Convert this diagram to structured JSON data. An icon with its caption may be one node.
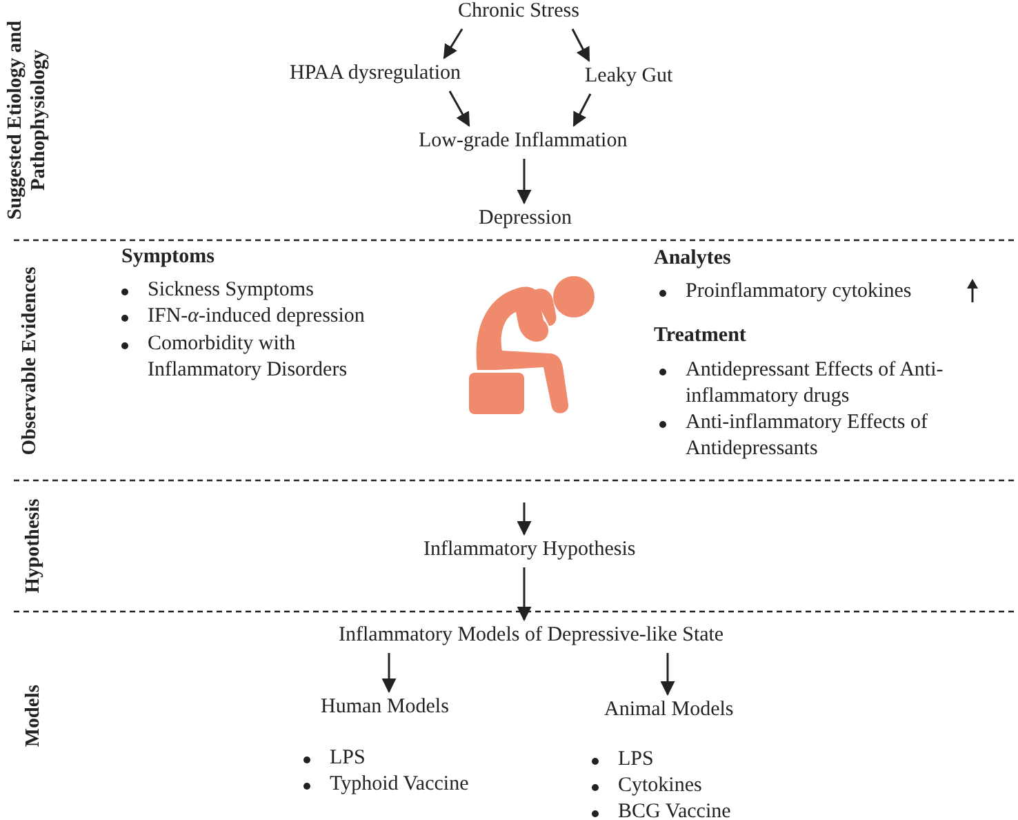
{
  "diagram": {
    "nodes": [
      {
        "text": [
          "Chronic Stress"
        ]
      },
      {
        "text": [
          "HPAA dysregulation"
        ]
      },
      {
        "text": [
          "Leaky Gut"
        ]
      },
      {
        "text": [
          "Low-grade Inflammation"
        ]
      },
      {
        "text": [
          "Depression"
        ]
      },
      {
        "text": [
          "Inflammatory Hypothesis"
        ]
      },
      {
        "text": [
          "Inflammatory Models of Depressive-like State"
        ]
      },
      {
        "text": [
          "Human Models"
        ]
      },
      {
        "text": [
          "Animal Models"
        ]
      }
    ],
    "edges": [
      {
        "from": 0,
        "to": 1,
        "arrow": "to"
      },
      {
        "from": 0,
        "to": 2,
        "arrow": "to"
      },
      {
        "from": 1,
        "to": 3,
        "arrow": "to"
      },
      {
        "from": 2,
        "to": 3,
        "arrow": "to"
      },
      {
        "from": 3,
        "to": 4,
        "arrow": "to"
      },
      {
        "from": null,
        "to": 5,
        "arrow": "to"
      },
      {
        "from": 5,
        "to": 6,
        "arrow": "to"
      },
      {
        "from": 6,
        "to": 7,
        "arrow": "to"
      },
      {
        "from": 6,
        "to": 8,
        "arrow": "to"
      }
    ],
    "labels": [
      "Suggested Etiology and Pathophysiology",
      "Observable Evidences",
      "Symptoms",
      "Sickness Symptoms",
      "IFN-*α*-induced depression",
      "Comorbidity with Inflammatory Disorders",
      "Analytes",
      "Proinflammatory cytokines",
      "Treatment",
      "Antidepressant Effects of Anti-inflammatory drugs",
      "Anti-inflammatory Effects of Antidepressants",
      "Hypothesis",
      "Models",
      "LPS",
      "Typhoid Vaccine",
      "LPS",
      "Cytokines",
      "BCG Vaccine"
    ]
  }
}
